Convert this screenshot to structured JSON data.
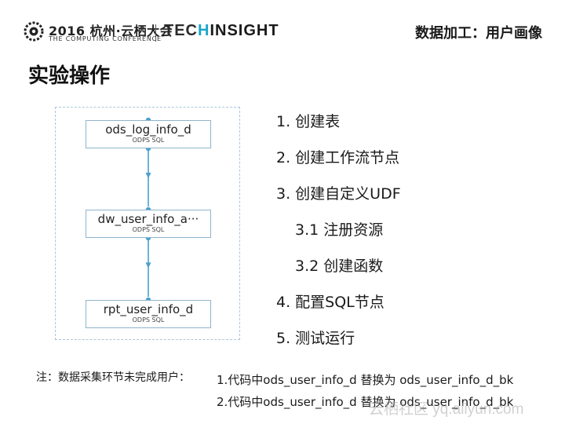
{
  "header": {
    "conf_year": "2016 杭州·云栖大会",
    "conf_sub": "THE COMPUTING CONFERENCE",
    "brand_tech_1": "TEC",
    "brand_tech_h": "H",
    "brand_insight": "INSIGHT",
    "topic": "数据加工：用户画像"
  },
  "page_title": "实验操作",
  "workflow": {
    "nodes": [
      {
        "name": "ods_log_info_d",
        "type": "ODPS SQL"
      },
      {
        "name": "dw_user_info_a···",
        "type": "ODPS SQL"
      },
      {
        "name": "rpt_user_info_d",
        "type": "ODPS SQL"
      }
    ]
  },
  "steps": [
    "1. 创建表",
    "2. 创建工作流节点",
    "3. 创建自定义UDF",
    "3.1 注册资源",
    "3.2 创建函数",
    "4. 配置SQL节点",
    "5. 测试运行"
  ],
  "notes": {
    "label": "注：数据采集环节未完成用户：",
    "lines": [
      "1.代码中ods_user_info_d 替换为 ods_user_info_d_bk",
      "2.代码中ods_user_info_d 替换为 ods_user_info_d_bk"
    ]
  },
  "watermark": "云栖社区 yq.aliyun.com",
  "colors": {
    "accent": "#1aa7c9",
    "edge": "#4a9fd0",
    "node_border": "#8fb4cc",
    "container_border": "#a9c6dd"
  }
}
